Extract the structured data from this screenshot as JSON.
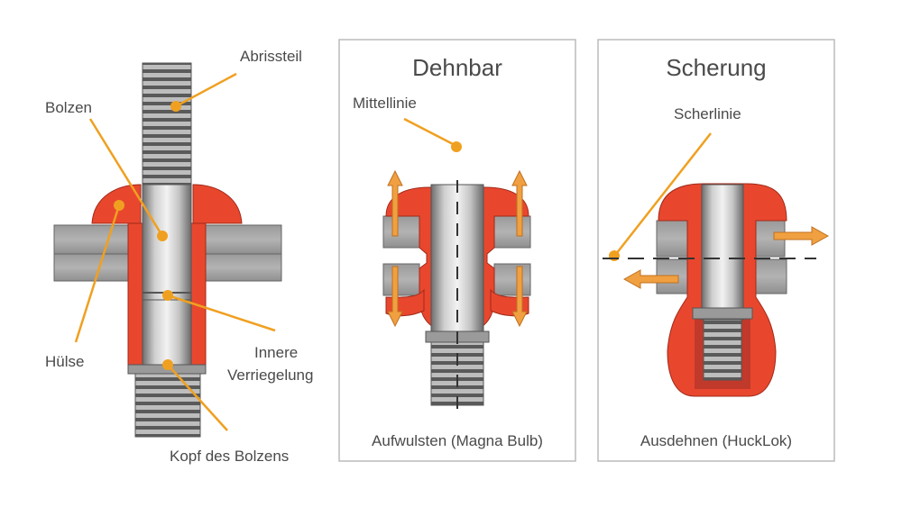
{
  "panel_left": {
    "labels": {
      "abrissteil": "Abrissteil",
      "bolzen": "Bolzen",
      "huelse": "Hülse",
      "innere_line1": "Innere",
      "innere_line2": "Verriegelung",
      "kopf": "Kopf des Bolzens"
    }
  },
  "panel_middle": {
    "title": "Dehnbar",
    "callout": "Mittellinie",
    "caption": "Aufwulsten (Magna Bulb)"
  },
  "panel_right": {
    "title": "Scherung",
    "callout": "Scherlinie",
    "caption": "Ausdehnen (HuckLok)"
  },
  "colors": {
    "sleeve_red": "#e8472e",
    "callout_orange": "#f0a020",
    "arrow_orange": "#f0a040",
    "plate_gray": "#8a8a8a",
    "bolt_gray": "#c8c8c8",
    "text_gray": "#4a4a4a",
    "frame_gray": "#bbbbbb"
  }
}
